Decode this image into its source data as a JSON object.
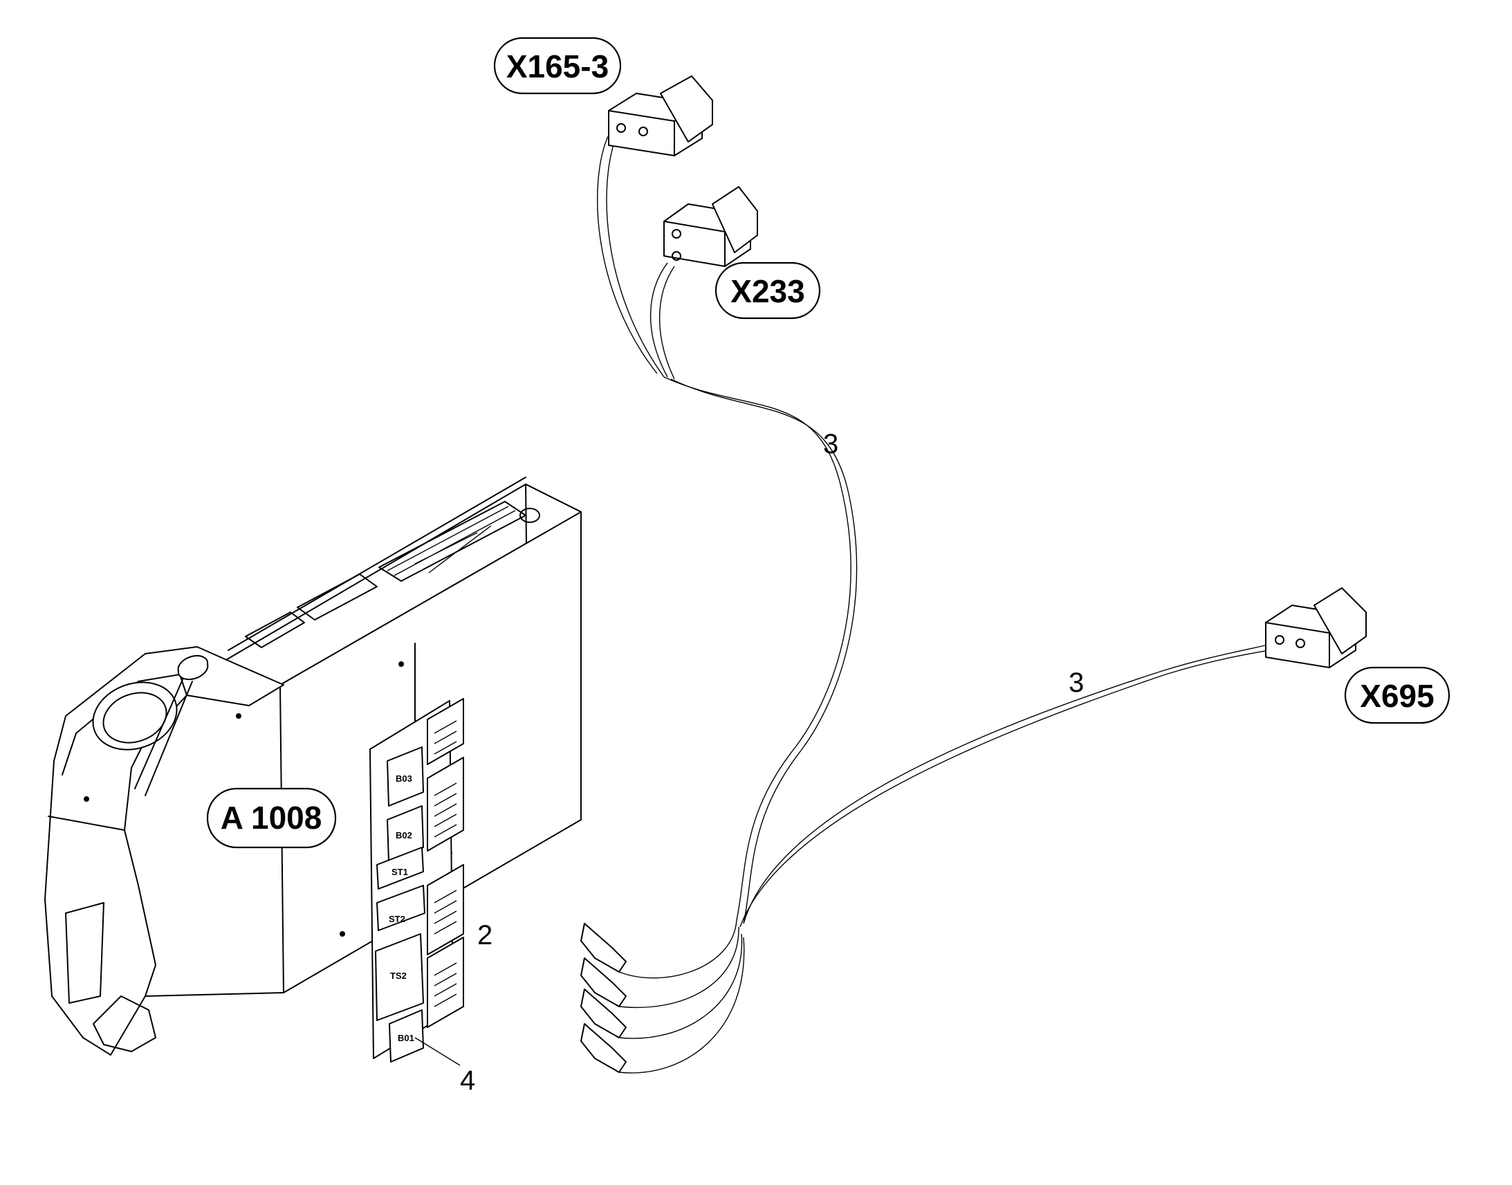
{
  "labels": {
    "connector_x165": "X165-3",
    "connector_x233": "X233",
    "connector_x695": "X695",
    "module": "A 1008"
  },
  "callouts": {
    "harness_upper": "3",
    "harness_lower": "3",
    "board": "2",
    "chip": "4"
  },
  "board_chips": {
    "b03": "B03",
    "b02": "B02",
    "st1": "ST1",
    "st2": "ST2",
    "ts2": "TS2",
    "b01": "B01"
  }
}
